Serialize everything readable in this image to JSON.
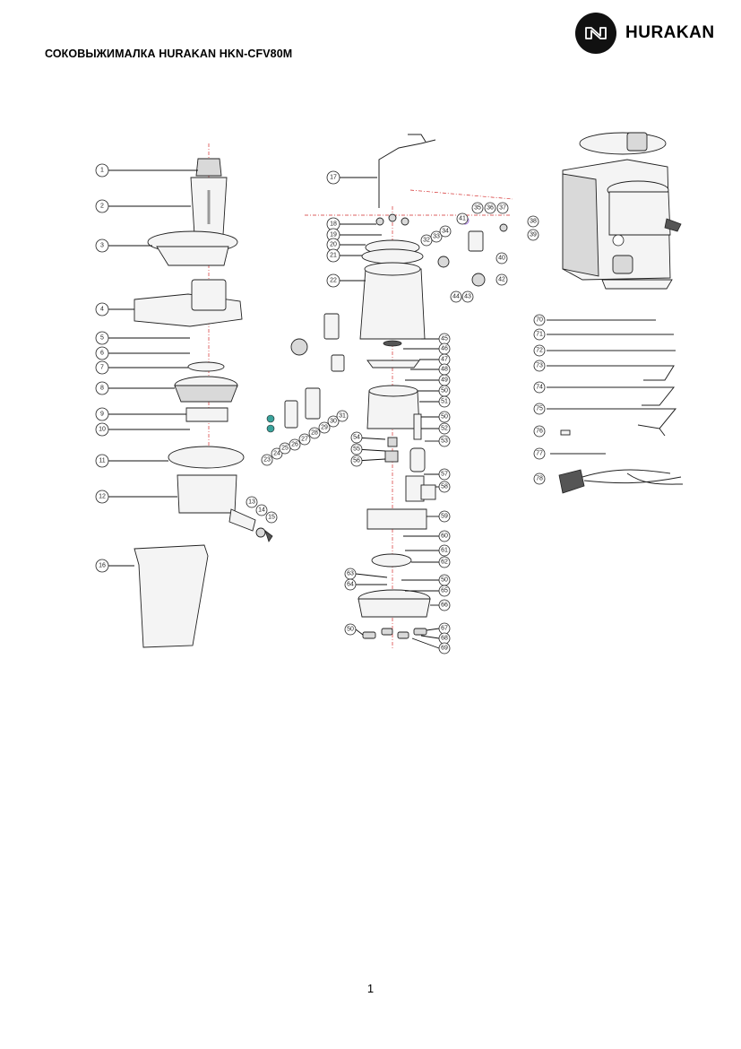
{
  "header": {
    "title": "СОКОВЫЖИМАЛКА HURAKAN HKN-CFV80M",
    "brand": "HURAKAN"
  },
  "footer": {
    "page_number": "1"
  },
  "callouts": {
    "left_column": [
      "1",
      "2",
      "3",
      "4",
      "5",
      "6",
      "7",
      "8",
      "9",
      "10",
      "11",
      "12",
      "13",
      "14",
      "15",
      "16"
    ],
    "center_column": [
      "17",
      "18",
      "19",
      "20",
      "21",
      "22",
      "23",
      "24",
      "25",
      "26",
      "27",
      "28",
      "29",
      "30",
      "31",
      "32",
      "33",
      "34",
      "35",
      "36",
      "37",
      "38",
      "39",
      "40",
      "41",
      "42",
      "43",
      "44",
      "45",
      "46",
      "47",
      "48",
      "49",
      "50",
      "51",
      "52",
      "53",
      "54",
      "55",
      "56",
      "57",
      "58",
      "59",
      "60",
      "61",
      "62",
      "63",
      "64",
      "65",
      "66",
      "67",
      "68",
      "69"
    ],
    "wires_column": [
      "70",
      "71",
      "72",
      "73",
      "74",
      "75",
      "76",
      "77",
      "78"
    ]
  }
}
